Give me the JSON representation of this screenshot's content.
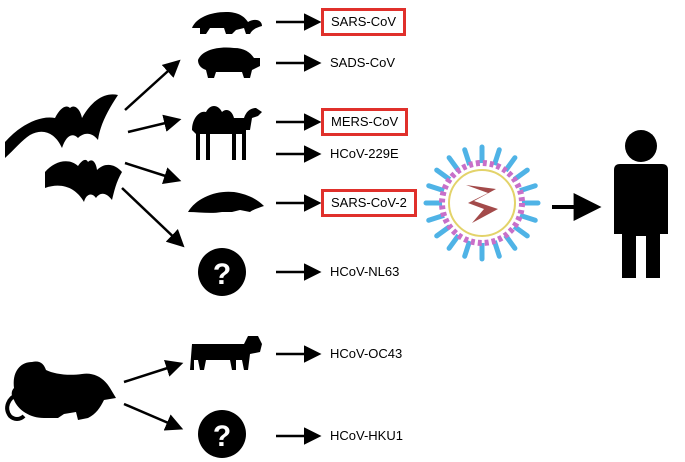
{
  "labels": {
    "sars_cov": "SARS-CoV",
    "sads_cov": "SADS-CoV",
    "mers_cov": "MERS-CoV",
    "hcov_229e": "HCoV-229E",
    "sars_cov_2": "SARS-CoV-2",
    "hcov_nl63": "HCoV-NL63",
    "hcov_oc43": "HCoV-OC43",
    "hcov_hku1": "HCoV-HKU1",
    "unknown_symbol": "?"
  },
  "colors": {
    "highlight": "#e0302b",
    "ink": "#000000",
    "spike": "#4fb3e6",
    "membrane": "#c86fc9",
    "rna": "#a34a4a"
  },
  "icons": [
    "bat-icon",
    "civet-icon",
    "pig-icon",
    "camel-icon",
    "pangolin-icon",
    "question-icon",
    "cow-icon",
    "rat-icon",
    "virus-icon",
    "human-icon"
  ]
}
